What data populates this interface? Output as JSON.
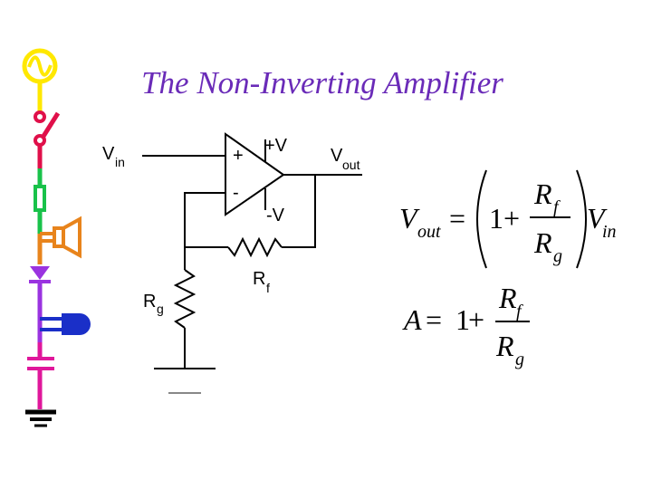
{
  "title": "The Non-Inverting Amplifier",
  "colors": {
    "title": "#6a2bb8",
    "wire": "#000000",
    "strip_yellow": "#ffe800",
    "strip_red": "#e0104a",
    "strip_green": "#19c24a",
    "strip_orange": "#e8841c",
    "strip_purple": "#9a33e0",
    "strip_blue": "#1a2fc8",
    "strip_magenta": "#e0179b"
  },
  "icons": [
    "ac-source-icon",
    "switch-icon",
    "resistor-icon",
    "speaker-icon",
    "diode-icon",
    "lamp-icon",
    "capacitor-icon",
    "ground-icon"
  ],
  "labels": {
    "vin_main": "V",
    "vin_sub": "in",
    "plus_input": "+",
    "minus_input": "-",
    "plus_v": "+V",
    "minus_v": "-V",
    "vout_main": "V",
    "vout_sub": "out",
    "rf_main": "R",
    "rf_sub": "f",
    "rg_main": "R",
    "rg_sub": "g"
  },
  "formula1": {
    "lhs_main": "V",
    "lhs_sub": "out",
    "equals": "=",
    "one": "1",
    "plus": "+",
    "num_main": "R",
    "num_sub": "f",
    "den_main": "R",
    "den_sub": "g",
    "rhs_main": "V",
    "rhs_sub": "in"
  },
  "formula2": {
    "lhs": "A",
    "equals": "=",
    "one": "1",
    "plus": "+",
    "num_main": "R",
    "num_sub": "f",
    "den_main": "R",
    "den_sub": "g"
  }
}
